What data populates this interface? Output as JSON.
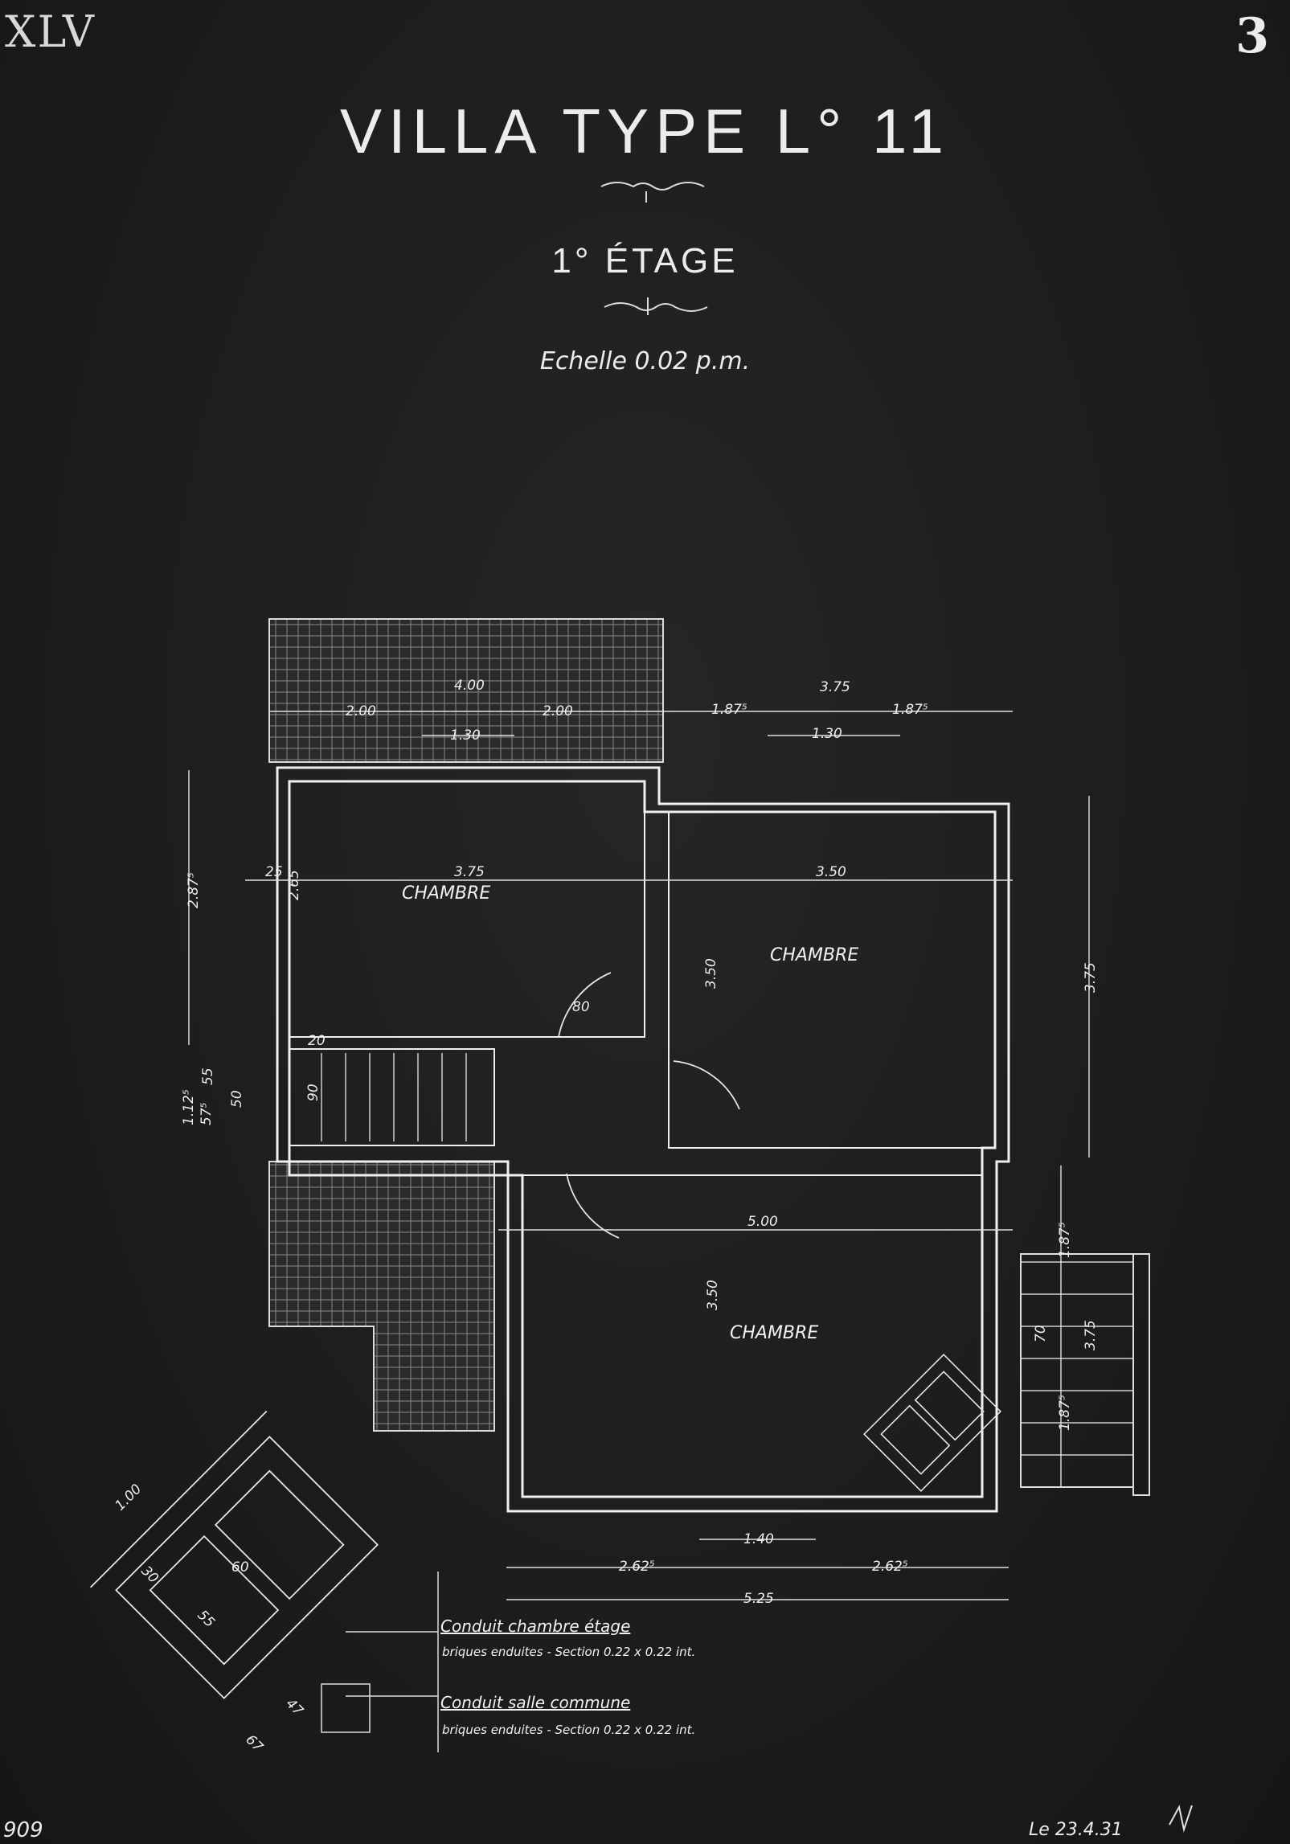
{
  "sheet": {
    "plate_roman": "XLV",
    "plate_number": "3",
    "title": "VILLA  TYPE L° 11",
    "subtitle": "1° ÉTAGE",
    "scale": "Echelle 0.02 p.m.",
    "sheet_id": "909",
    "date": "Le 23.4.31"
  },
  "rooms": [
    {
      "label": "CHAMBRE"
    },
    {
      "label": "CHAMBRE"
    },
    {
      "label": "CHAMBRE"
    }
  ],
  "dimensions": {
    "top_terrace_total": "4.00",
    "top_terrace_left": "2.00",
    "top_terrace_right": "2.00",
    "top_window_left": "1.30",
    "top_right_total": "3.75",
    "top_right_left": "1.87⁵",
    "top_right_right": "1.87⁵",
    "top_window_right": "1.30",
    "room1_width": "3.75",
    "room1_depth": "2.65",
    "room2_width": "3.50",
    "room2_depth": "3.50",
    "room3_width": "5.00",
    "room3_depth": "3.50",
    "wall_25": "25",
    "wall_20": "20",
    "left_outer": "2.87⁵",
    "left_stair_a": "1.12⁵",
    "left_stair_b": "57⁵",
    "left_stair_c": "55",
    "left_stair_d": "50",
    "stair_90": "90",
    "door_80": "80",
    "right_outer": "3.75",
    "right_lower_a": "1.87⁵",
    "right_lower_b": "3.75",
    "right_lower_c": "1.87⁵",
    "right_70": "70",
    "bottom_window": "1.40",
    "bottom_left": "2.62⁵",
    "bottom_right": "2.62⁵",
    "bottom_total": "5.25",
    "detail_100": "1.00",
    "detail_30": "30",
    "detail_55": "55",
    "detail_60": "60",
    "detail_47": "47",
    "detail_67": "67"
  },
  "notes": [
    {
      "title": "Conduit chambre étage",
      "text": "briques enduites - Section 0.22 x 0.22 int."
    },
    {
      "title": "Conduit salle commune",
      "text": "briques enduites - Section 0.22 x 0.22 int."
    }
  ]
}
